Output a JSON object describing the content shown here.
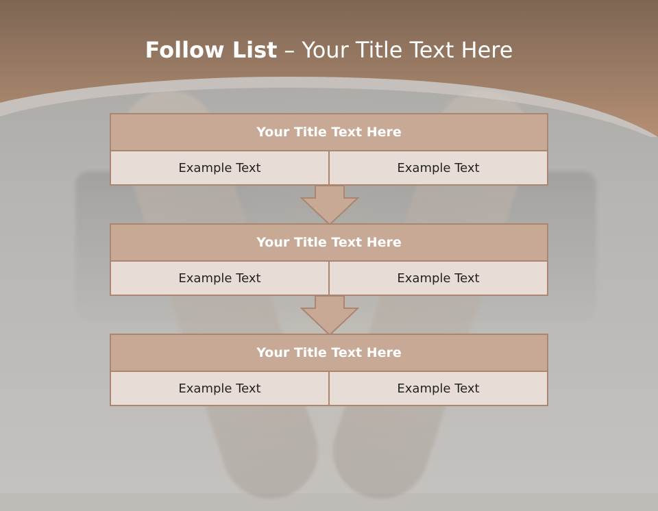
{
  "header": {
    "title_bold": "Follow List",
    "separator": "–",
    "title_rest": "Your Title Text Here"
  },
  "blocks": [
    {
      "title": "Your Title Text Here",
      "cells": [
        "Example Text",
        "Example Text"
      ]
    },
    {
      "title": "Your Title Text Here",
      "cells": [
        "Example Text",
        "Example Text"
      ]
    },
    {
      "title": "Your Title Text Here",
      "cells": [
        "Example Text",
        "Example Text"
      ]
    }
  ],
  "colors": {
    "header_brown": "#a27e66",
    "block_title_bg": "#c7a995",
    "block_border": "#a98670",
    "cell_bg": "#e8ddd6",
    "arrow_fill": "#c7a995"
  }
}
